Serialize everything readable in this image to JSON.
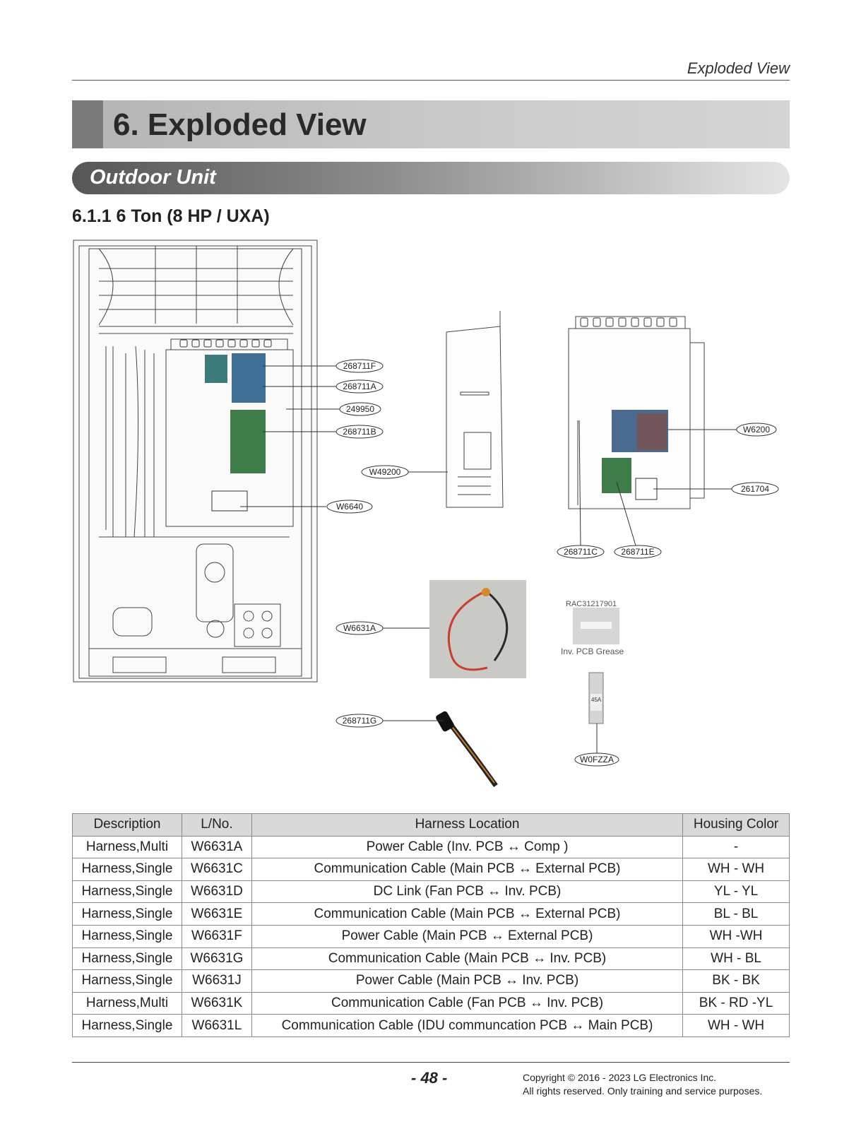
{
  "header": {
    "running_title": "Exploded View"
  },
  "chapter": {
    "title": "6. Exploded View"
  },
  "section": {
    "title": "Outdoor Unit"
  },
  "subsection": {
    "title": "6.1.1  6 Ton (8 HP / UXA)"
  },
  "part_labels": {
    "p268711F": "268711F",
    "p268711A": "268711A",
    "p249950": "249950",
    "p268711B": "268711B",
    "pW49200": "W49200",
    "pW6640": "W6640",
    "pW6200": "W6200",
    "p261704": "261704",
    "p268711C": "268711C",
    "p268711E": "268711E",
    "pW6631A": "W6631A",
    "p268711G": "268711G",
    "pW0FZZA": "W0FZZA",
    "grease_code": "RAC31217901",
    "grease_name": "Inv. PCB Grease",
    "fuse_rating": "45A"
  },
  "table": {
    "headers": [
      "Description",
      "L/No.",
      "Harness Location",
      "Housing Color"
    ],
    "rows": [
      [
        "Harness,Multi",
        "W6631A",
        "Power Cable (Inv. PCB ↔ Comp )",
        "-"
      ],
      [
        "Harness,Single",
        "W6631C",
        "Communication Cable (Main PCB ↔ External PCB)",
        "WH - WH"
      ],
      [
        "Harness,Single",
        "W6631D",
        "DC Link (Fan PCB ↔ Inv. PCB)",
        "YL - YL"
      ],
      [
        "Harness,Single",
        "W6631E",
        "Communication Cable (Main PCB ↔ External PCB)",
        "BL - BL"
      ],
      [
        "Harness,Single",
        "W6631F",
        "Power Cable (Main PCB ↔ External PCB)",
        "WH -WH"
      ],
      [
        "Harness,Single",
        "W6631G",
        "Communication Cable (Main PCB ↔ Inv. PCB)",
        "WH - BL"
      ],
      [
        "Harness,Single",
        "W6631J",
        "Power Cable (Main PCB ↔ Inv. PCB)",
        "BK - BK"
      ],
      [
        "Harness,Multi",
        "W6631K",
        "Communication Cable (Fan PCB ↔ Inv. PCB)",
        "BK - RD -YL"
      ],
      [
        "Harness,Single",
        "W6631L",
        "Communication Cable (IDU communcation PCB ↔ Main PCB)",
        "WH - WH"
      ]
    ]
  },
  "footer": {
    "page_number": "- 48 -",
    "copyright_line1": "Copyright © 2016 - 2023 LG Electronics Inc.",
    "copyright_line2": "All rights reserved. Only training and service purposes."
  }
}
